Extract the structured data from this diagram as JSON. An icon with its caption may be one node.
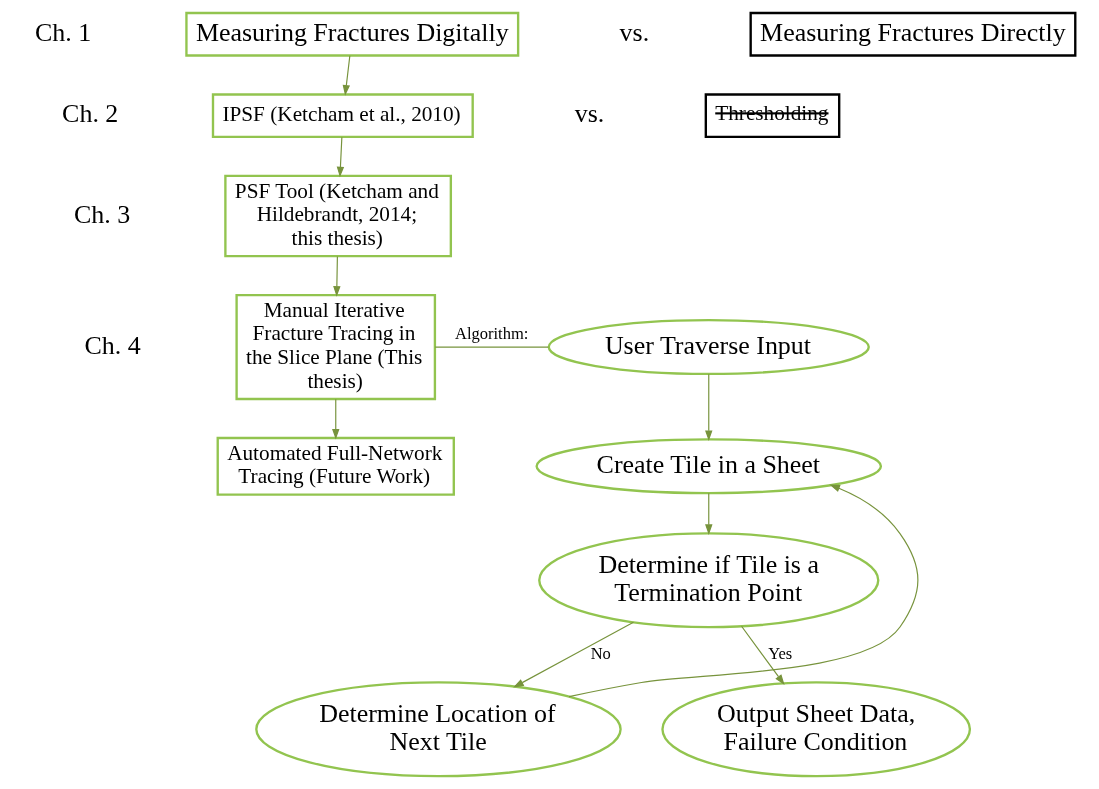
{
  "diagram": {
    "nodes": [
      {
        "text": [
          "Measuring Fractures Digitally"
        ]
      },
      {
        "text": [
          "Measuring Fractures Directly"
        ]
      },
      {
        "text": [
          "IPSF (Ketcham et al., 2010)"
        ]
      },
      {
        "text": [
          "Thresholding"
        ]
      },
      {
        "text": [
          "PSF Tool (Ketcham and Hildebrandt, 2014; this thesis)"
        ]
      },
      {
        "text": [
          "Manual Iterative Fracture Tracing in the Slice Plane (This thesis)"
        ]
      },
      {
        "text": [
          "Automated Full-Network Tracing (Future Work)"
        ]
      },
      {
        "text": [
          "User Traverse Input"
        ]
      },
      {
        "text": [
          "Create Tile in a Sheet"
        ]
      },
      {
        "text": [
          "Determine if Tile is a Termination Point"
        ]
      },
      {
        "text": [
          "Output Sheet Data, Failure Condition"
        ]
      },
      {
        "text": [
          "Determine Location of Next Tile"
        ]
      }
    ],
    "edges": [
      {
        "from": 0,
        "to": 2,
        "arrow": "to"
      },
      {
        "from": 2,
        "to": 4,
        "arrow": "to"
      },
      {
        "from": 4,
        "to": 5,
        "arrow": "to"
      },
      {
        "from": 5,
        "to": 6,
        "arrow": "to"
      },
      {
        "from": 5,
        "to": 7,
        "arrow": "none",
        "label": "Algorithm:"
      },
      {
        "from": 7,
        "to": 8,
        "arrow": "to"
      },
      {
        "from": 8,
        "to": 9,
        "arrow": "to"
      },
      {
        "from": 9,
        "to": 10,
        "arrow": "to",
        "label": "Yes"
      },
      {
        "from": 9,
        "to": 11,
        "arrow": "to",
        "label": "No"
      },
      {
        "from": 11,
        "to": 8,
        "arrow": "to"
      }
    ],
    "labels": [
      "Ch. 1",
      "vs.",
      "Ch. 2",
      "vs.",
      "Ch. 3",
      "Ch. 4"
    ]
  }
}
